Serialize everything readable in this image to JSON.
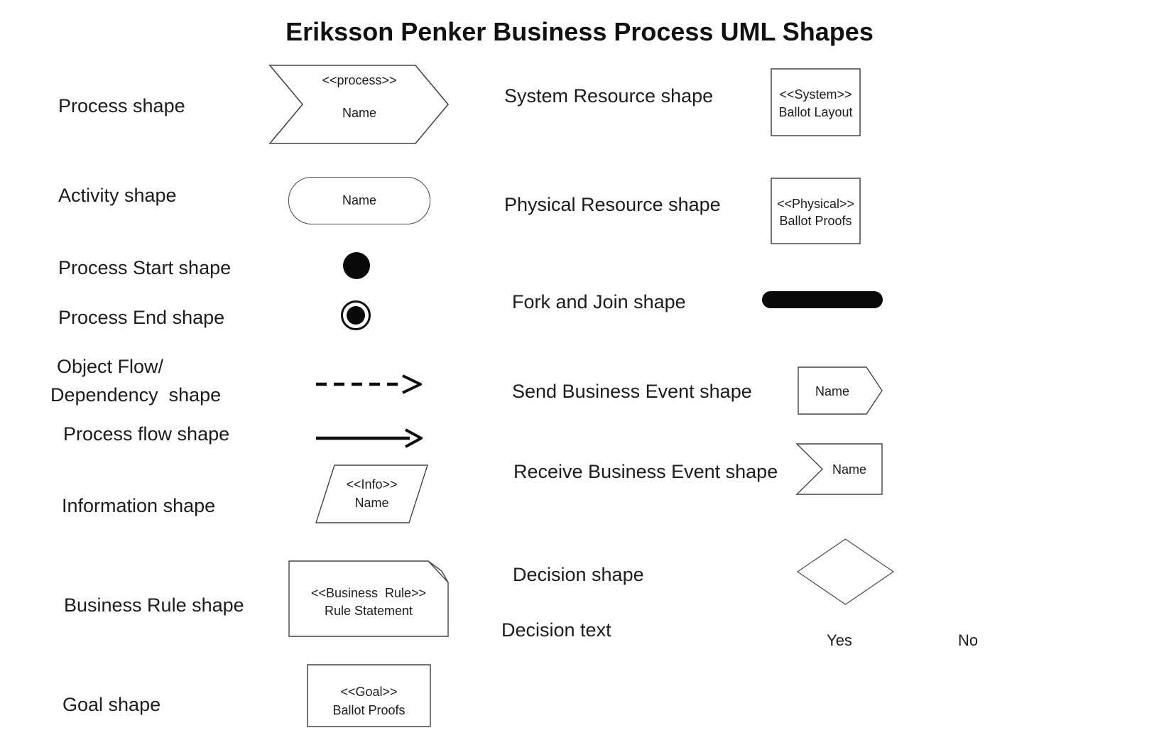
{
  "title": "Eriksson Penker Business Process UML Shapes",
  "colors": {
    "ink": "#1c1c1c",
    "outline": "#454545",
    "solid": "#0a0a0a"
  },
  "left": {
    "process": {
      "label": "Process shape",
      "stereotype": "<<process>>",
      "name": "Name"
    },
    "activity": {
      "label": "Activity shape",
      "name": "Name"
    },
    "start": {
      "label": "Process Start shape"
    },
    "end": {
      "label": "Process End shape"
    },
    "object_flow": {
      "label_line1": "Object Flow/",
      "label_line2": "Dependency  shape"
    },
    "process_flow": {
      "label": "Process flow shape"
    },
    "information": {
      "label": "Information shape",
      "stereotype": "<<Info>>",
      "name": "Name"
    },
    "business_rule": {
      "label": "Business Rule shape",
      "stereotype": "<<Business  Rule>>",
      "name": "Rule Statement"
    },
    "goal": {
      "label": "Goal shape",
      "stereotype": "<<Goal>>",
      "name": "Ballot Proofs"
    }
  },
  "right": {
    "system_resource": {
      "label": "System Resource shape",
      "stereotype": "<<System>>",
      "name": "Ballot Layout"
    },
    "physical_resource": {
      "label": "Physical Resource shape",
      "stereotype": "<<Physical>>",
      "name": "Ballot Proofs"
    },
    "fork_join": {
      "label": "Fork and Join shape"
    },
    "send_event": {
      "label": "Send Business Event shape",
      "name": "Name"
    },
    "receive_event": {
      "label": "Receive Business Event shape",
      "name": "Name"
    },
    "decision": {
      "label": "Decision shape"
    },
    "decision_text": {
      "label": "Decision text",
      "yes": "Yes",
      "no": "No"
    }
  }
}
